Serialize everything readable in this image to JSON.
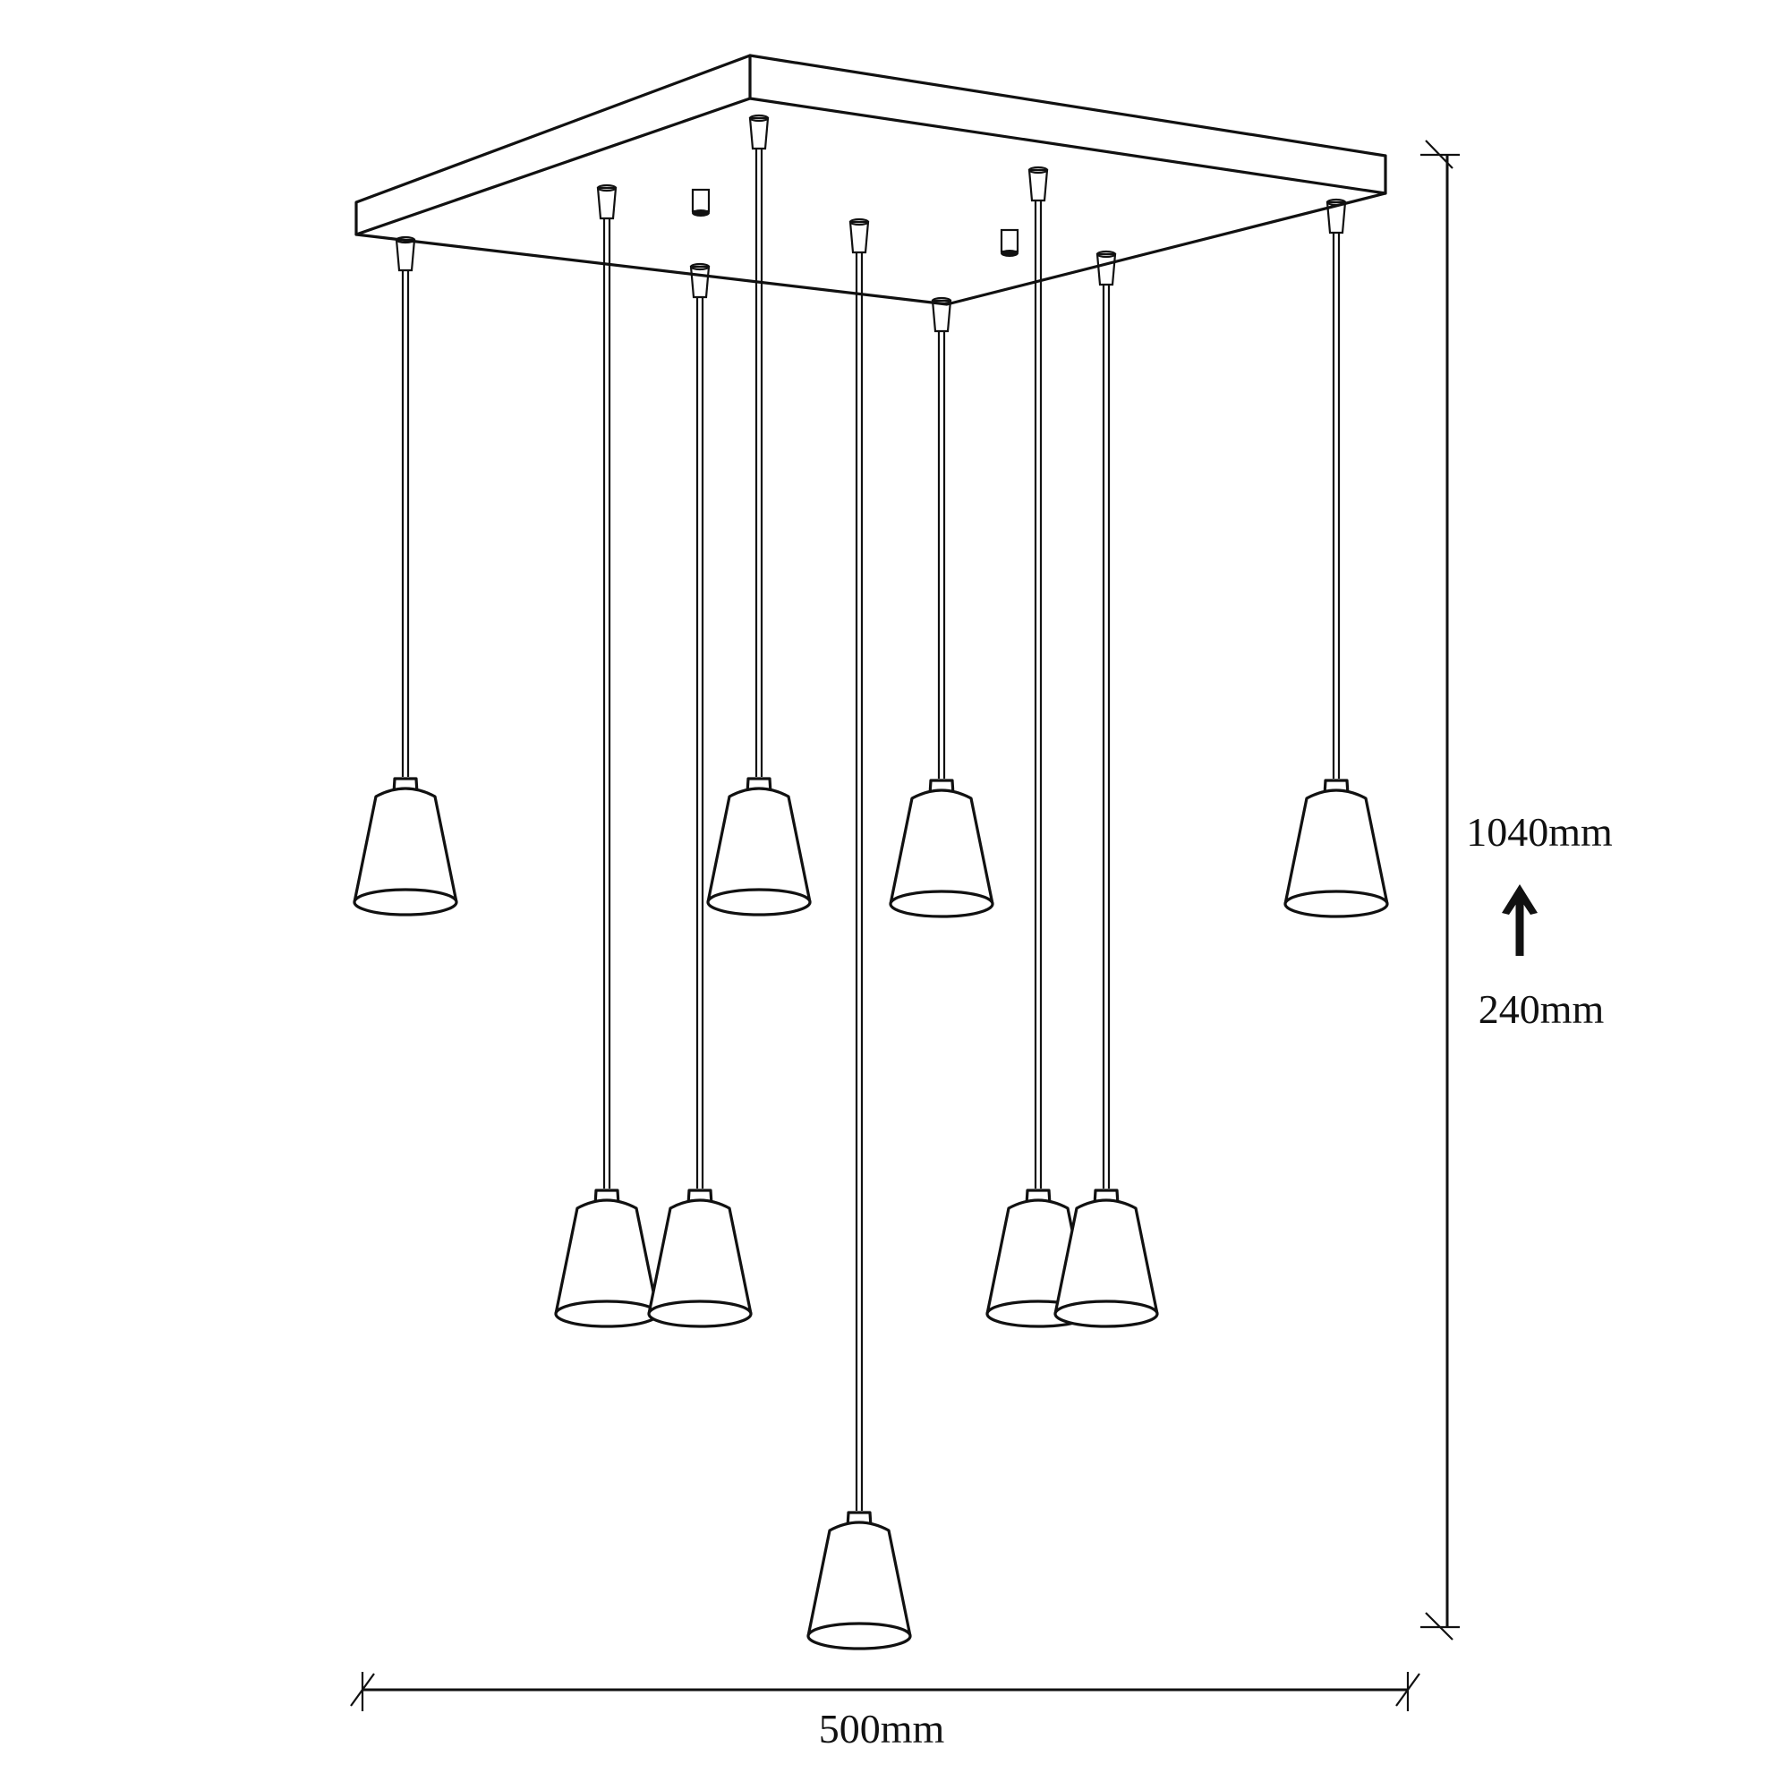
{
  "diagram": {
    "subject": "Square canopy pendant light with 9 cone shades",
    "shade_count": 9,
    "line_color": "#111111",
    "background": "#ffffff",
    "dimensions": {
      "width_label": "500mm",
      "height_max_label": "1040mm",
      "height_min_label": "240mm",
      "adjustable_arrow_icon": "up-arrow"
    }
  }
}
